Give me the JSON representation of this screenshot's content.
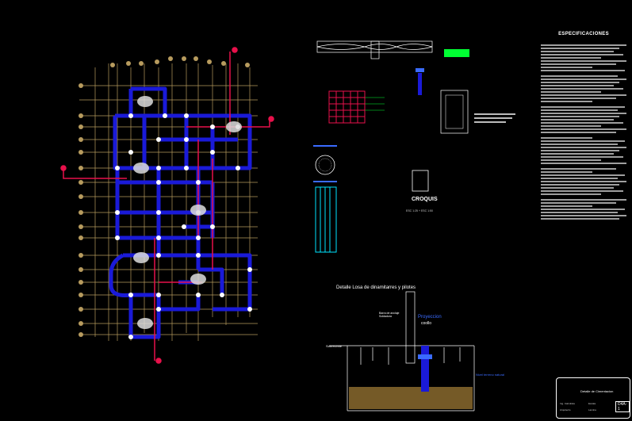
{
  "detail_title": "Detalle Losa de dinamitarres y pilotes",
  "specs_title": "ESPECIFICACIONES",
  "specs_line_count": 52,
  "detail_labels": {
    "proyection": "Proyeccion",
    "cooling": "coollo",
    "ground": "Sobrecimie",
    "right_label": "Nivel terreno natural",
    "column_note": "Barra de anclaje\nSoldadura",
    "center_label": "CROQUIS",
    "center_sub": "ESC 1:25 + ESC 1:50"
  },
  "title_block": {
    "title": "Detalle de Cimentacion",
    "code": "D4A-1",
    "fields": [
      "Ing. Calculista",
      "Arquitecto",
      "Escala",
      "Lamina"
    ]
  },
  "colors": {
    "background": "#000000",
    "grid": "#b79b5e",
    "beam": "#1a1ad8",
    "node": "#ffffff",
    "red": "#e8114b",
    "cyan": "#00e5ff",
    "green": "#00ff33",
    "blue_text": "#3a6bff"
  }
}
